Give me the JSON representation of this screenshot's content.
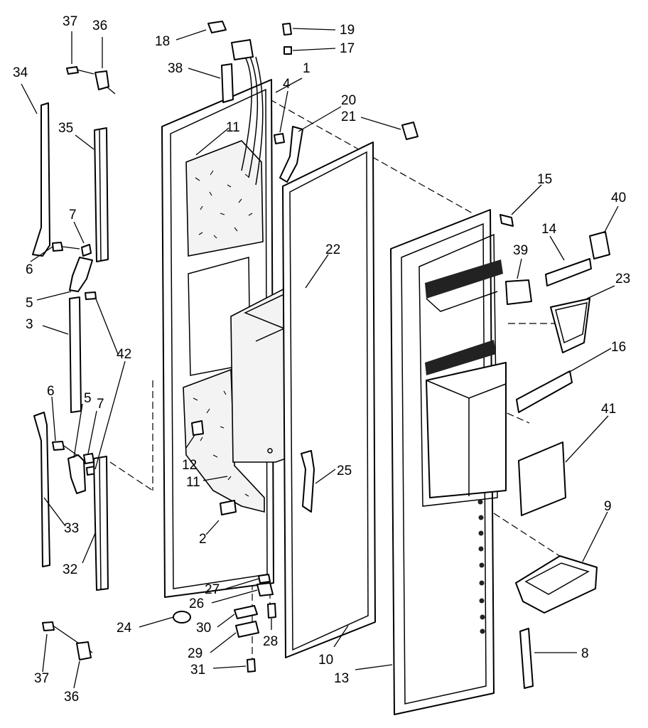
{
  "diagram": {
    "callouts": [
      {
        "id": "1",
        "label": "1"
      },
      {
        "id": "2",
        "label": "2"
      },
      {
        "id": "3",
        "label": "3"
      },
      {
        "id": "4",
        "label": "4"
      },
      {
        "id": "5a",
        "label": "5"
      },
      {
        "id": "5b",
        "label": "5"
      },
      {
        "id": "6a",
        "label": "6"
      },
      {
        "id": "6b",
        "label": "6"
      },
      {
        "id": "7a",
        "label": "7"
      },
      {
        "id": "7b",
        "label": "7"
      },
      {
        "id": "8",
        "label": "8"
      },
      {
        "id": "9",
        "label": "9"
      },
      {
        "id": "10",
        "label": "10"
      },
      {
        "id": "11a",
        "label": "11"
      },
      {
        "id": "11b",
        "label": "11"
      },
      {
        "id": "12",
        "label": "12"
      },
      {
        "id": "13",
        "label": "13"
      },
      {
        "id": "14",
        "label": "14"
      },
      {
        "id": "15",
        "label": "15"
      },
      {
        "id": "16",
        "label": "16"
      },
      {
        "id": "17",
        "label": "17"
      },
      {
        "id": "18",
        "label": "18"
      },
      {
        "id": "19",
        "label": "19"
      },
      {
        "id": "20",
        "label": "20"
      },
      {
        "id": "21",
        "label": "21"
      },
      {
        "id": "22",
        "label": "22"
      },
      {
        "id": "23",
        "label": "23"
      },
      {
        "id": "24",
        "label": "24"
      },
      {
        "id": "25",
        "label": "25"
      },
      {
        "id": "26",
        "label": "26"
      },
      {
        "id": "27",
        "label": "27"
      },
      {
        "id": "28",
        "label": "28"
      },
      {
        "id": "29",
        "label": "29"
      },
      {
        "id": "30",
        "label": "30"
      },
      {
        "id": "31",
        "label": "31"
      },
      {
        "id": "32",
        "label": "32"
      },
      {
        "id": "33",
        "label": "33"
      },
      {
        "id": "34",
        "label": "34"
      },
      {
        "id": "35",
        "label": "35"
      },
      {
        "id": "36a",
        "label": "36"
      },
      {
        "id": "36b",
        "label": "36"
      },
      {
        "id": "37a",
        "label": "37"
      },
      {
        "id": "37b",
        "label": "37"
      },
      {
        "id": "38",
        "label": "38"
      },
      {
        "id": "39",
        "label": "39"
      },
      {
        "id": "40",
        "label": "40"
      },
      {
        "id": "41",
        "label": "41"
      },
      {
        "id": "42",
        "label": "42"
      }
    ]
  }
}
